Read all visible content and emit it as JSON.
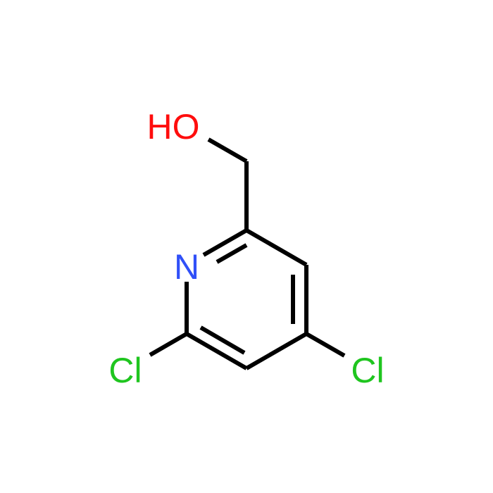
{
  "molecule": {
    "atoms": {
      "hydroxyl": {
        "label": "HO",
        "color": "#ff0d0d"
      },
      "ring_nitrogen": {
        "label": "N",
        "color": "#3050f8"
      },
      "chlorine_6": {
        "label": "Cl",
        "color": "#1fc51f"
      },
      "chlorine_4": {
        "label": "Cl",
        "color": "#1fc51f"
      }
    },
    "bond_color": "#000000",
    "background": "#ffffff"
  }
}
